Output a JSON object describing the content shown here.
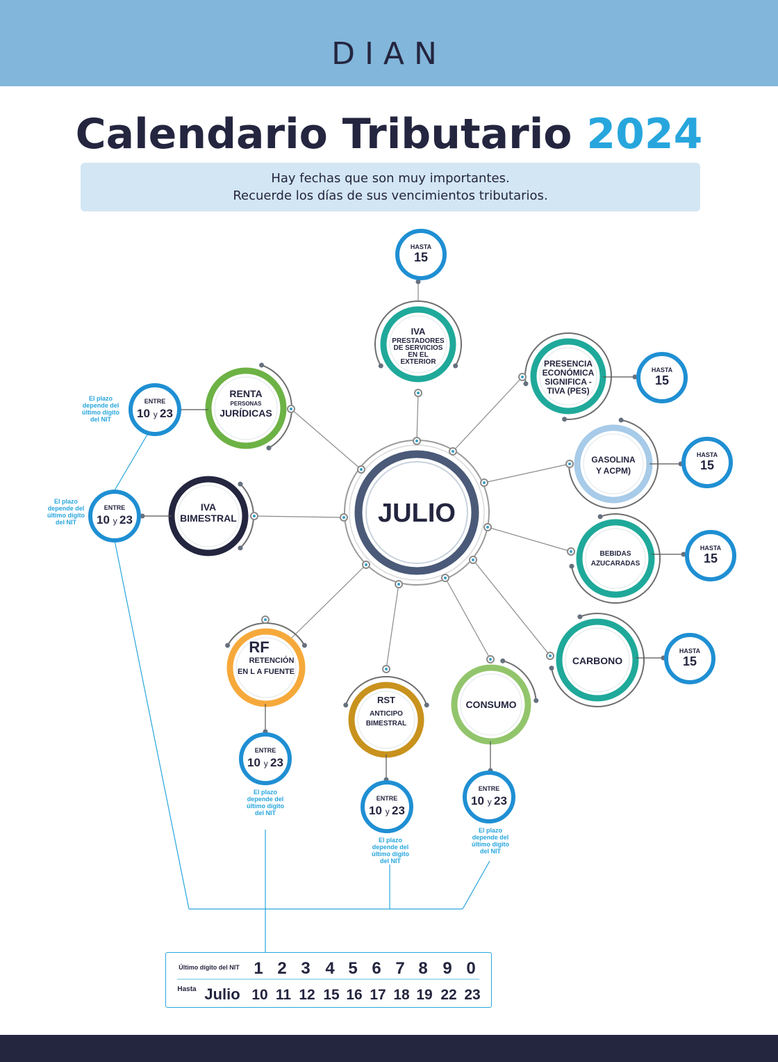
{
  "header": {
    "logo": "DIAN"
  },
  "title": {
    "main": "Calendario Tributario",
    "year": "2024"
  },
  "subtitle": {
    "line1": "Hay fechas que son muy importantes.",
    "line2": "Recuerde los días de sus vencimientos tributarios."
  },
  "center": {
    "label": "JULIO"
  },
  "obligations": {
    "iva_exterior": {
      "lines": [
        "IVA",
        "PRESTADORES",
        "DE SERVICIOS",
        "EN EL",
        "EXTERIOR"
      ],
      "color": "#1fa99a"
    },
    "pes": {
      "lines": [
        "PRESENCIA",
        "ECONÓMICA",
        "SIGNIFICA -",
        "TIVA (PES)"
      ],
      "color": "#1fa99a"
    },
    "gasolina": {
      "lines": [
        "GASOLINA",
        "Y ACPM)"
      ],
      "color": "#a7cbe8"
    },
    "bebidas": {
      "lines": [
        "BEBIDAS",
        "AZUCARADAS"
      ],
      "color": "#1fa99a"
    },
    "carbono": {
      "lines": [
        "CARBONO"
      ],
      "color": "#1fa99a"
    },
    "consumo": {
      "lines": [
        "CONSUMO"
      ],
      "color": "#92c56b"
    },
    "rst": {
      "lines": [
        "RST",
        "ANTICIPO",
        "BIMESTRAL"
      ],
      "color": "#c8921d"
    },
    "rf": {
      "lines": [
        "RF",
        "RETENCIÓN",
        "EN L A FUENTE"
      ],
      "color": "#f6a93b"
    },
    "iva_bimestral": {
      "lines": [
        "IVA",
        "BIMESTRAL"
      ],
      "color": "#24253f"
    },
    "renta": {
      "lines": [
        "RENTA",
        "PERSONAS",
        "JURÍDICAS"
      ],
      "color": "#6db245"
    }
  },
  "dates": {
    "hasta_label": "HASTA",
    "hasta_day": "15",
    "entre_label": "ENTRE",
    "entre_from": "10",
    "entre_y": "y",
    "entre_to": "23",
    "note_lines": [
      "El plazo",
      "depende del",
      "último dígito",
      "del NIT"
    ]
  },
  "nit_table": {
    "row1_label": "Último dígito del NIT",
    "digits": [
      "1",
      "2",
      "3",
      "4",
      "5",
      "6",
      "7",
      "8",
      "9",
      "0"
    ],
    "row2_label": "Hasta",
    "month": "Julio",
    "days": [
      "10",
      "11",
      "12",
      "15",
      "16",
      "17",
      "18",
      "19",
      "22",
      "23"
    ]
  },
  "colors": {
    "blue": "#27a6dd",
    "navy": "#24253f",
    "center_ring": "#4a5a78",
    "connector": "#8a8a8a"
  }
}
